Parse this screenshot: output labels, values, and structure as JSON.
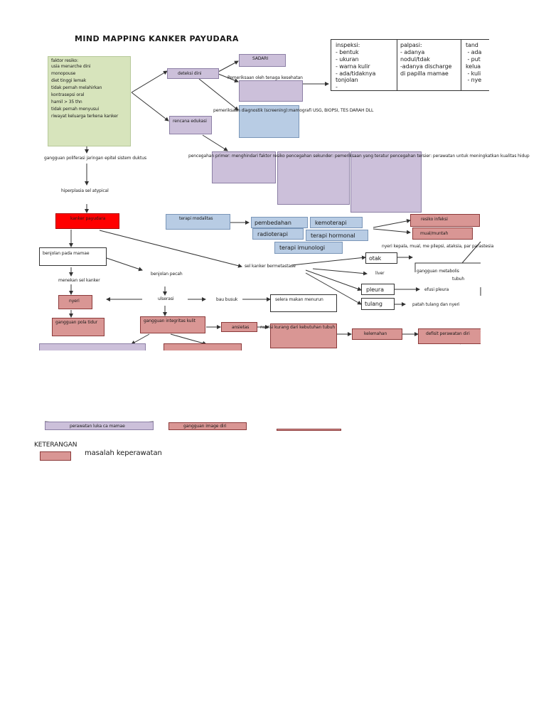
{
  "title": "MIND MAPPING KANKER PAYUDARA",
  "faktor_resiko": {
    "heading": "faktor resiko:",
    "items": [
      "usia menarche dini",
      "monopouse",
      "diet tinggi lemak",
      "tidak pernah melahirkan",
      "kontrasepsi oral",
      "hamil > 35 thn",
      "tidak pernah menyusui",
      "riwayat keluarga terkena kanker"
    ]
  },
  "deteksi_dini": "deteksi dini",
  "sadari": "SADARI",
  "pemeriksaan_nakes": "Pemeriksaan oleh tenaga kesehatan",
  "inspeksi": {
    "heading": "inspeksi:",
    "items": [
      "- bentuk",
      "- ukuran",
      "- warna kulir",
      "- ada/tidaknya",
      "tonjolan",
      "-"
    ]
  },
  "palpasi": {
    "heading": "palpasi:",
    "items": [
      "- adanya",
      "nodul/tdak",
      "-adanya discharge",
      "di papilla mamae"
    ]
  },
  "tanda": {
    "heading": "tand",
    "items": [
      " - ada",
      " - put",
      "kelua",
      " - kuli",
      " - nye"
    ]
  },
  "pemeriksaan_diagnostik": "pemeriksaan diagnostik (screening):mamografi",
  "biopsi": "USG, BIOPSI, TES DARAH DLL",
  "rencana_edukasi": "rencana edukasi",
  "pencegahan": "pencegahan primer: menghindari faktor resiko   pencegahan sekunder: pemeriksaan yang teratur   pencegahan tersier: perawatan untuk meningkatkan kualitas hidup",
  "gangguan_proliferasi": "gangguan poliferasi jaringan epitel sistem duktus",
  "hiperplasia": "hiperplasia sel atypical",
  "kanker_payudara": "kanker payudara",
  "terapi_modalitas": "terapi modalitas",
  "pembedahan": "pembedahan",
  "kemoterapi": "kemoterapi",
  "radioterapi": "radioterapi",
  "terapi_hormonal": "terapi hormonal",
  "terapi_imunologi": "terapi imunologi",
  "resiko_infeksi": "resiko infeksi",
  "mual_muntah": "mual/muntah",
  "benjolan_mamae": "benjolan pada mamae",
  "menekan_saraf": "menekan sel kanker",
  "nyeri": "nyeri",
  "gangguan_pola_tidur": "gangguan pola tidur",
  "benjolan_pecah": "benjolan pecah",
  "ulserasi": "ulserasi",
  "bau_busuk": "bau busuk",
  "selera_makan": "selera makan menurun",
  "gangguan_integritas": "gangguan integritas kulit",
  "ansietas": "ansietas",
  "nutrisi": "nutrisi kurang dari kebutuhan tubuh",
  "kelemahan": "kelemahan",
  "defisit": "defisit perawatan diri",
  "sel_metastase": "sel kanker bermetastase",
  "otak": "otak",
  "nyeri_kepala": "nyeri kepala, mual, me pilepsi, ataksia, par parastesia",
  "liver": "liver",
  "gangguan_metabolis": "gangguan metabolis",
  "tubuh": "tubuh",
  "pleura": "pleura",
  "efusi_pleura": "efusi pleura",
  "tulang": "tulang",
  "patah_tulang": "patah tulang dan nyeri",
  "perawatan_luka": "perawatan luka ca mamae",
  "gangguan_image": "gangguan image diri",
  "keterangan": "KETERANGAN",
  "legend_label": "masalah keperawatan",
  "colors": {
    "purple": "#ccc0da",
    "pink": "#d99694",
    "blue": "#b8cce4",
    "green": "#d7e4bc",
    "red": "#ff0000"
  }
}
